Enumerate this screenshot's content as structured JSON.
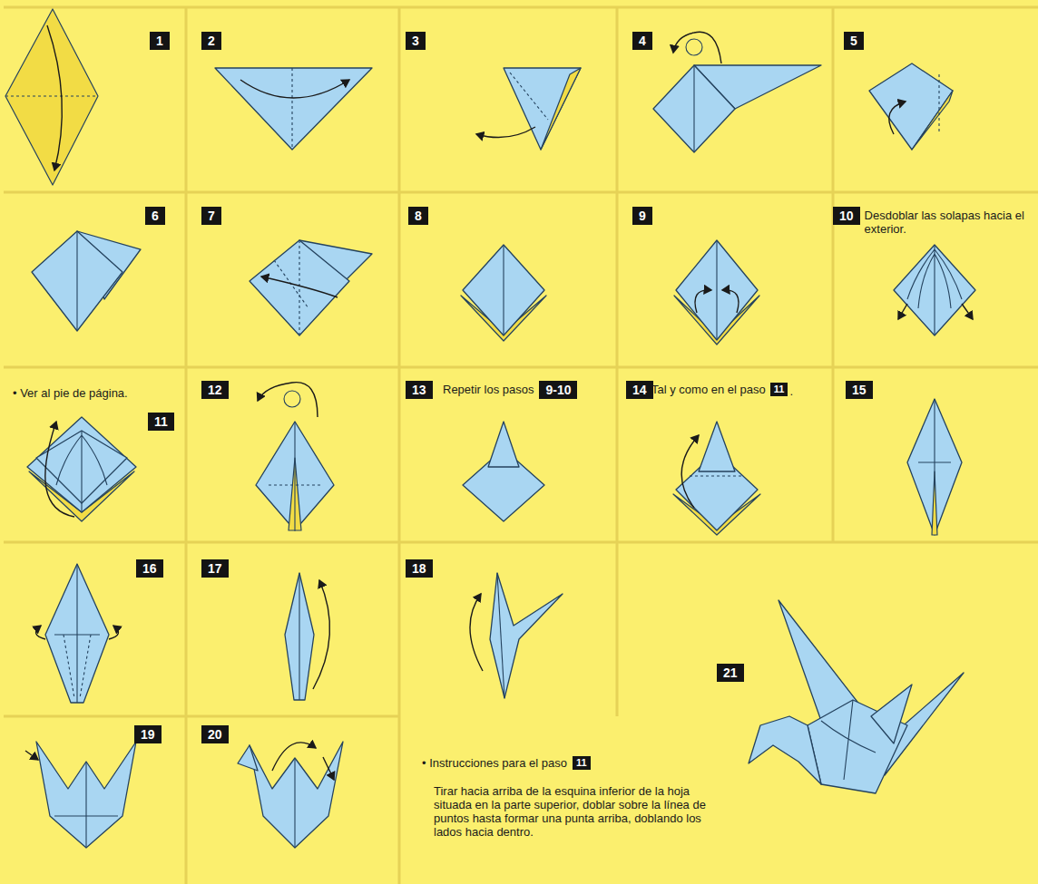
{
  "diagram": {
    "nodes": [
      {
        "text": [
          "1"
        ]
      },
      {
        "text": [
          "2"
        ]
      },
      {
        "text": [
          "3"
        ]
      },
      {
        "text": [
          "4"
        ]
      },
      {
        "text": [
          "5"
        ]
      },
      {
        "text": [
          "6"
        ]
      },
      {
        "text": [
          "7"
        ]
      },
      {
        "text": [
          "8"
        ]
      },
      {
        "text": [
          "9"
        ]
      },
      {
        "text": [
          "10"
        ]
      },
      {
        "text": [
          "11"
        ]
      },
      {
        "text": [
          "12"
        ]
      },
      {
        "text": [
          "13"
        ]
      },
      {
        "text": [
          "9-10"
        ]
      },
      {
        "text": [
          "14"
        ]
      },
      {
        "text": [
          "11"
        ]
      },
      {
        "text": [
          "15"
        ]
      },
      {
        "text": [
          "16"
        ]
      },
      {
        "text": [
          "17"
        ]
      },
      {
        "text": [
          "18"
        ]
      },
      {
        "text": [
          "21"
        ]
      },
      {
        "text": [
          "19"
        ]
      },
      {
        "text": [
          "20"
        ]
      },
      {
        "text": [
          "11"
        ]
      }
    ],
    "labels": [
      "Desdoblar las solapas hacia el exterior.",
      "• Ver al pie de página.",
      "Repetir los pasos",
      "Tal y como en el paso",
      ".",
      "• Instrucciones para el paso",
      "Tirar hacia arriba de la esquina inferior de la hoja situada en la parte superior, doblar sobre la línea de puntos hasta formar una punta arriba, doblando los lados hacia dentro."
    ]
  }
}
